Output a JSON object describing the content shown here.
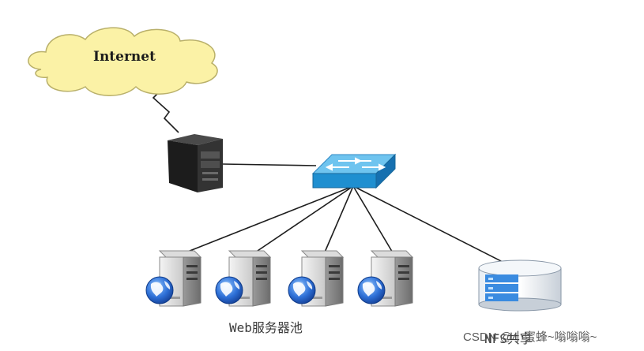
{
  "nodes": {
    "internet": {
      "label": "Internet"
    },
    "web_pool": {
      "label": "Web服务器池"
    },
    "nfs": {
      "label": "NFS共享"
    }
  },
  "watermark": "CSDN @小蜜蜂~嗡嗡嗡~",
  "icons": [
    "cloud-icon",
    "gateway-server-icon",
    "network-switch-icon",
    "web-server-icon",
    "globe-icon",
    "storage-disk-icon"
  ],
  "colors": {
    "cloud_fill": "#fbf2a6",
    "cloud_stroke": "#b9b06a",
    "switch_top": "#6fc4ef",
    "switch_front": "#1f8fd0",
    "server_body": "#2a2a2a",
    "globe": "#2d6fd6",
    "disk_band": "#3a8be0"
  }
}
